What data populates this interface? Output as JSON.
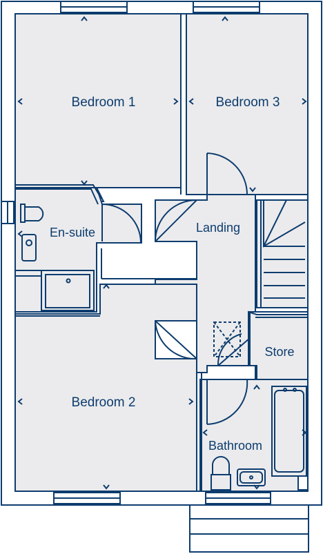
{
  "colors": {
    "wall": "#0d3c6e",
    "floor": "#ebebed",
    "background": "#ffffff",
    "label": "#0d3c6e"
  },
  "rooms": {
    "bedroom1": {
      "label": "Bedroom 1"
    },
    "bedroom3": {
      "label": "Bedroom 3"
    },
    "ensuite": {
      "label": "En-suite"
    },
    "landing": {
      "label": "Landing"
    },
    "store": {
      "label": "Store"
    },
    "bedroom2": {
      "label": "Bedroom 2"
    },
    "bathroom": {
      "label": "Bathroom"
    }
  }
}
